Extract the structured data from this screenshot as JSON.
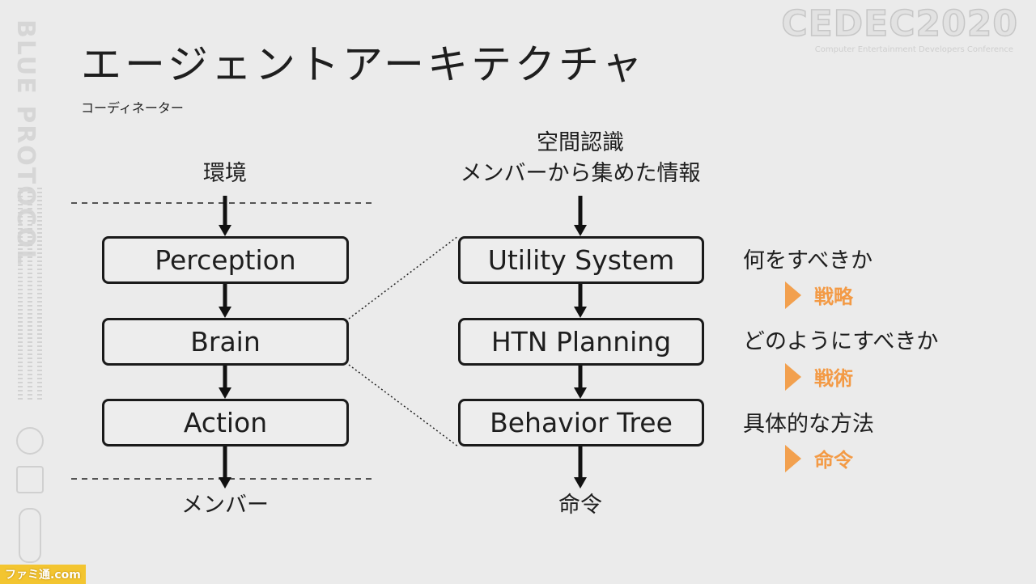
{
  "branding": {
    "game_logo": "BLUE PROTOCOL",
    "conference_logo": "CEDEC2020",
    "conference_subtitle": "Computer Entertainment Developers Conference",
    "watermark": "ファミ通.com"
  },
  "slide": {
    "title": "エージェントアーキテクチャ",
    "subtitle": "コーディネーター"
  },
  "left_column": {
    "top_label": "環境",
    "boxes": [
      "Perception",
      "Brain",
      "Action"
    ],
    "bottom_label": "メンバー"
  },
  "right_column": {
    "top_label_line1": "空間認識",
    "top_label_line2": "メンバーから集めた情報",
    "boxes": [
      "Utility System",
      "HTN Planning",
      "Behavior Tree"
    ],
    "bottom_label": "命令"
  },
  "annotations": [
    {
      "question": "何をすべきか",
      "answer": "戦略"
    },
    {
      "question": "どのようにすべきか",
      "answer": "戦術"
    },
    {
      "question": "具体的な方法",
      "answer": "命令"
    }
  ],
  "colors": {
    "background": "#ebebeb",
    "accent_orange": "#f39a45",
    "box_border": "#1a1a1a"
  }
}
